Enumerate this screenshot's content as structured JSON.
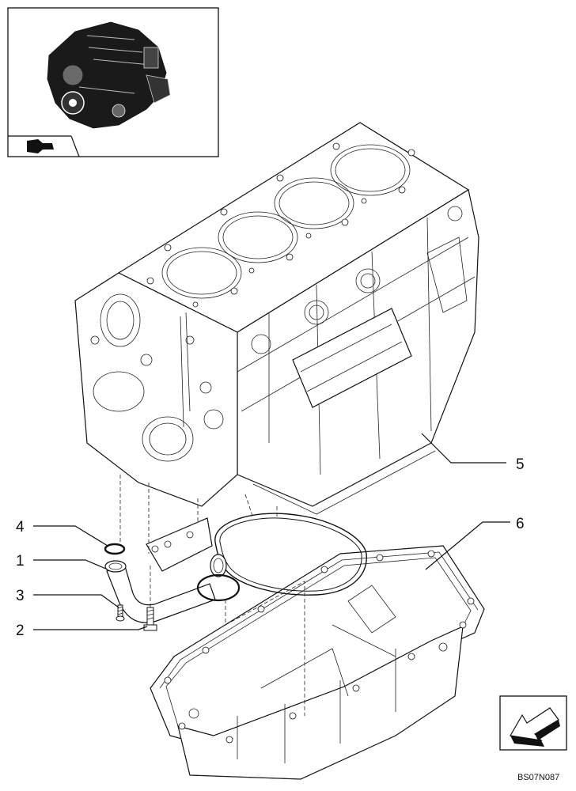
{
  "callouts": [
    {
      "id": "1",
      "label": "1"
    },
    {
      "id": "2",
      "label": "2"
    },
    {
      "id": "3",
      "label": "3"
    },
    {
      "id": "4",
      "label": "4"
    },
    {
      "id": "5",
      "label": "5"
    },
    {
      "id": "6",
      "label": "6"
    }
  ],
  "drawing_code": "BS07N087",
  "icons": {
    "inset_nav": "back-arrow-icon",
    "corner_nav": "diagonal-arrow-icon"
  }
}
